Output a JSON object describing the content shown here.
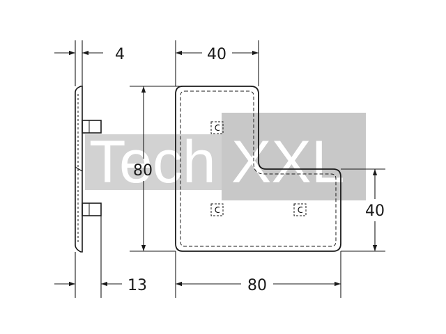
{
  "dimensions": {
    "side_thickness": "4",
    "side_depth": "13",
    "top_width": "40",
    "height": "80",
    "bottom_width": "80",
    "right_height": "40"
  },
  "watermark": {
    "part1": "Tech",
    "part2": "XXL",
    "bg_color": "#c8c8c8",
    "text_color": "#ffffff"
  },
  "colors": {
    "line": "#1a1a1a",
    "background": "#ffffff"
  }
}
